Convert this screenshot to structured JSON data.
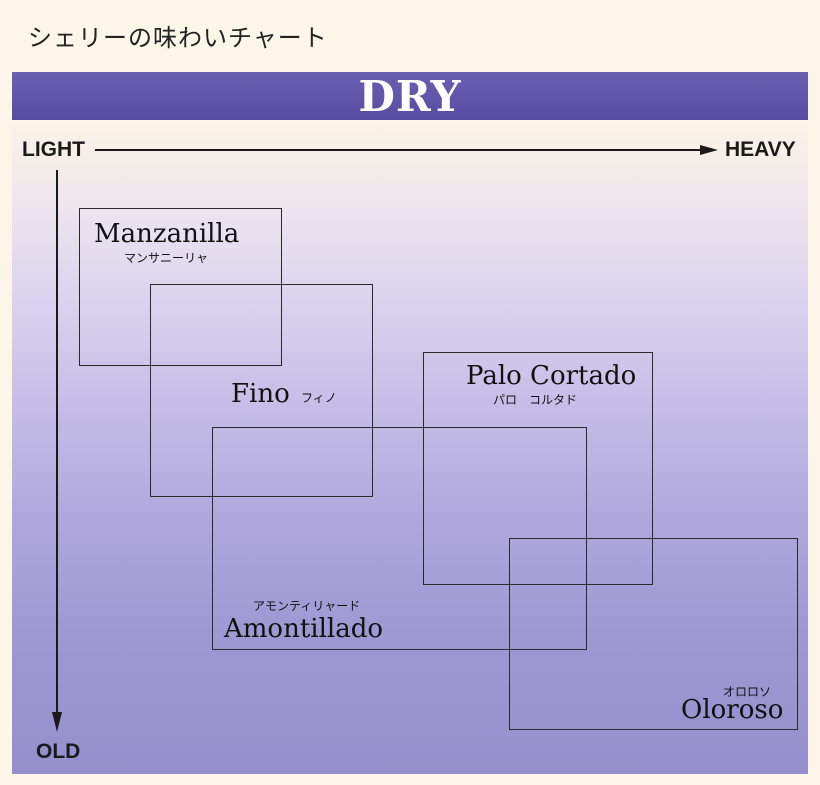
{
  "title": "シェリーの味わいチャート",
  "banner": "DRY",
  "axes": {
    "x_start": "LIGHT",
    "x_end": "HEAVY",
    "y_end": "OLD"
  },
  "types": {
    "manzanilla": {
      "name": "Manzanilla",
      "kana": "マンサニーリャ"
    },
    "fino": {
      "name": "Fino",
      "kana": "フィノ"
    },
    "palo_cortado": {
      "name": "Palo Cortado",
      "kana": "パロ　コルタド"
    },
    "amontillado": {
      "name": "Amontillado",
      "kana": "アモンティリャード"
    },
    "oloroso": {
      "name": "Oloroso",
      "kana": "オロロソ"
    }
  },
  "colors": {
    "banner": "#5f54a8",
    "background_top": "#f9f4e6",
    "background_bottom": "#958fcd",
    "lines": "#1a1a1a"
  }
}
